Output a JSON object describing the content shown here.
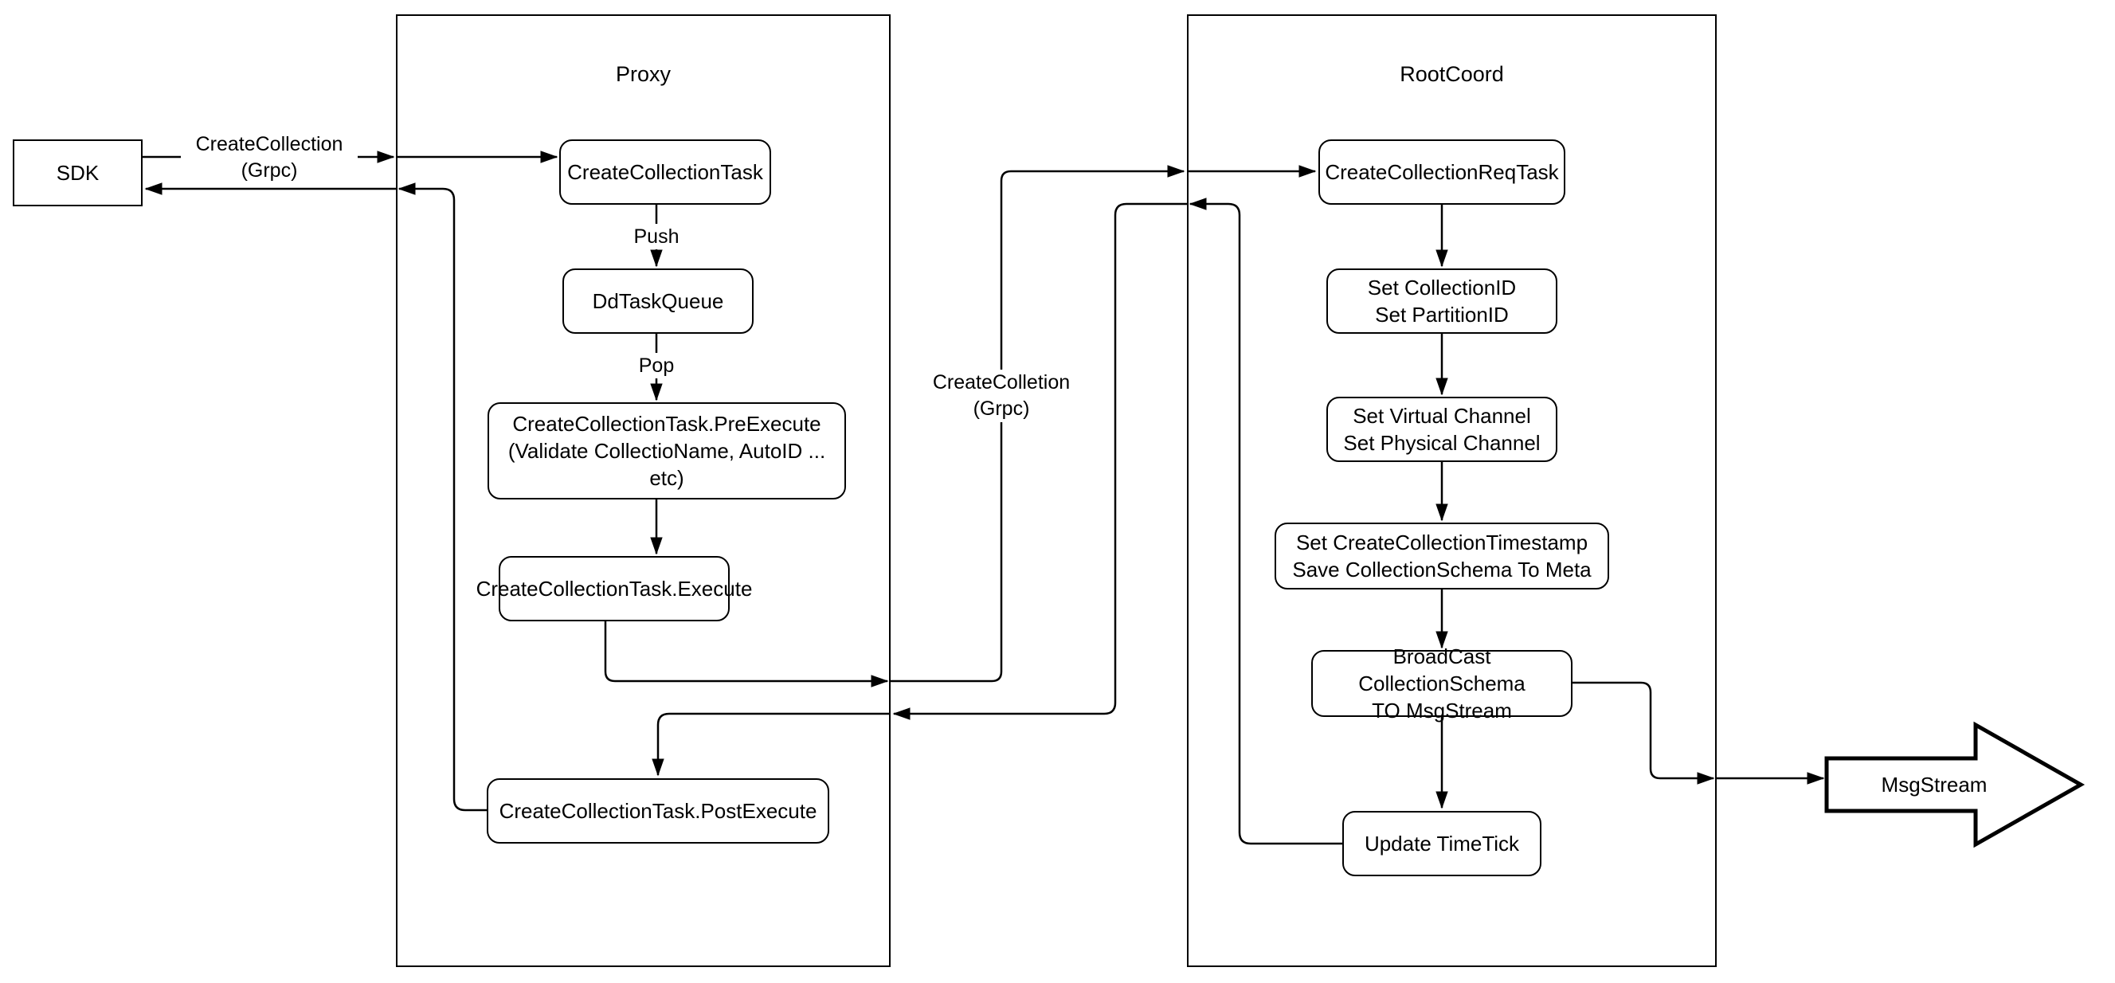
{
  "sdk": {
    "label": "SDK"
  },
  "proxy": {
    "title": "Proxy",
    "nodes": {
      "create_collection_task": {
        "label": "CreateCollectionTask"
      },
      "dd_task_queue": {
        "label": "DdTaskQueue"
      },
      "pre_execute": {
        "label": "CreateCollectionTask.PreExecute\n(Validate CollectioName, AutoID ... etc)"
      },
      "execute": {
        "label": "CreateCollectionTask.Execute"
      },
      "post_execute": {
        "label": "CreateCollectionTask.PostExecute"
      }
    }
  },
  "rootcoord": {
    "title": "RootCoord",
    "nodes": {
      "req_task": {
        "label": "CreateCollectionReqTask"
      },
      "set_ids": {
        "label": "Set CollectionID\nSet PartitionID"
      },
      "set_channels": {
        "label": "Set Virtual Channel\nSet Physical Channel"
      },
      "set_timestamp": {
        "label": "Set CreateCollectionTimestamp\nSave CollectionSchema To Meta"
      },
      "broadcast": {
        "label": "BroadCast CollectionSchema\nTO MsgStream"
      },
      "update_timetick": {
        "label": "Update TimeTick"
      }
    }
  },
  "edge_labels": {
    "sdk_grpc": "CreateCollection\n(Grpc)",
    "push": "Push",
    "pop": "Pop",
    "proxy_to_rootcoord_grpc": "CreateColletion\n(Grpc)"
  },
  "msgstream": {
    "label": "MsgStream"
  },
  "colors": {
    "stroke": "#000000",
    "background": "#ffffff"
  }
}
